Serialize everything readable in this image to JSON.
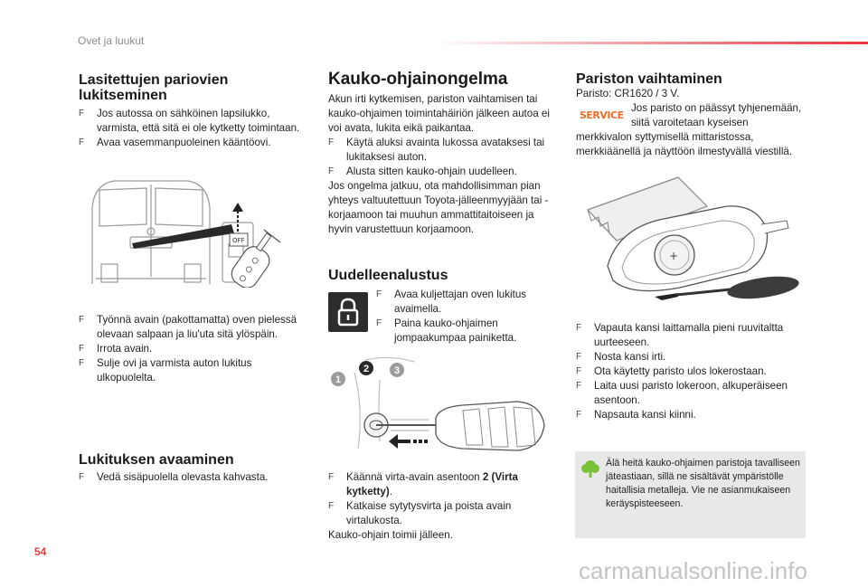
{
  "header": {
    "title": "Ovet ja luukut"
  },
  "page_number": "54",
  "watermark": "carmanualsonline.info",
  "left": {
    "section1": {
      "title": "Lasitettujen pariovien lukitseminen",
      "bullets": [
        "Jos autossa on sähköinen lapsilukko, varmista, että sitä ei ole kytketty toimintaan.",
        "Avaa vasemmanpuoleinen kääntöovi."
      ]
    },
    "figure_label": "OFF",
    "section1b": {
      "bullets": [
        "Työnnä avain (pakottamatta) oven pielessä olevaan salpaan ja liu'uta sitä ylöspäin.",
        "Irrota avain.",
        "Sulje ovi ja varmista auton lukitus ulkopuolelta."
      ]
    },
    "section2": {
      "title": "Lukituksen avaaminen",
      "bullets": [
        "Vedä sisäpuolella olevasta kahvasta."
      ]
    }
  },
  "middle": {
    "title": "Kauko-ohjainongelma",
    "intro": "Akun irti kytkemisen, pariston vaihtamisen tai kauko-ohjaimen toimintahäiriön jälkeen autoa ei voi avata, lukita eikä paikantaa.",
    "bullets": [
      "Käytä aluksi avainta lukossa avataksesi tai lukitaksesi auton.",
      "Alusta sitten kauko-ohjain uudelleen."
    ],
    "outro": "Jos ongelma jatkuu, ota mahdollisimman pian yhteys valtuutettuun Toyota-jälleenmyyjään tai -korjaamoon tai muuhun ammattitaitoiseen ja hyvin varustettuun korjaamoon.",
    "reset": {
      "title": "Uudelleenalustus",
      "bullets": [
        "Avaa kuljettajan oven lukitus avaimella.",
        "Paina kauko-ohjaimen jompaakumpaa painiketta."
      ],
      "step_labels": [
        "1",
        "2",
        "3"
      ],
      "step2_text_a": "Käännä virta-avain asentoon ",
      "step2_text_b": "2 (Virta kytketty)",
      "step2_text_c": ".",
      "step3": "Katkaise sytytysvirta ja poista avain virtalukosta.",
      "footer": "Kauko-ohjain toimii jälleen."
    }
  },
  "right": {
    "title": "Pariston vaihtaminen",
    "battery": "Paristo: CR1620 / 3 V.",
    "service_label": "SERVICE",
    "service_text_short": "Jos paristo on päässyt tyhjenemään, siitä varoitetaan kyseisen",
    "service_text_long": "merkkivalon syttymisellä mittaristossa, merkkiäänellä ja näyttöön ilmestyvällä viestillä.",
    "bullets": [
      "Vapauta kansi laittamalla pieni ruuvitaltta uurteeseen.",
      "Nosta kansi irti.",
      "Ota käytetty paristo ulos lokerostaan.",
      "Laita uusi paristo lokeroon, alkuperäiseen asentoon.",
      "Napsauta kansi kiinni."
    ],
    "tip": "Älä heitä kauko-ohjaimen paristoja tavalliseen jäteastiaan, sillä ne sisältävät ympäristölle haitallisia metalleja. Vie ne asianmukaiseen keräyspisteeseen."
  }
}
